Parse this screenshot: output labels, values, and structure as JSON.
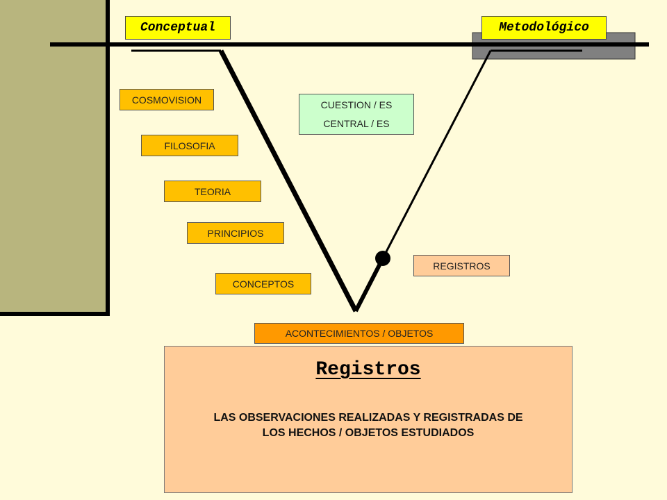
{
  "tags": {
    "conceptual": "Conceptual",
    "methodological": "Metodológico"
  },
  "left_side": {
    "items": [
      "COSMOVISION",
      "FILOSOFIA",
      "TEORIA",
      "PRINCIPIOS",
      "CONCEPTOS"
    ]
  },
  "central_question": {
    "line1": "CUESTION / ES",
    "line2": "CENTRAL / ES"
  },
  "right_side": {
    "registros": "REGISTROS"
  },
  "events": "ACONTECIMIENTOS / OBJETOS",
  "panel": {
    "title": "Registros",
    "line1": "LAS OBSERVACIONES REALIZADAS Y REGISTRADAS DE",
    "line2": "LOS HECHOS / OBJETOS ESTUDIADOS"
  },
  "colors": {
    "background": "#FFFBDA",
    "sidebar": "#B8B57E",
    "tag_yellow": "#FFFF00",
    "box_gold": "#FFC000",
    "question_green": "#CCFFCC",
    "registros_peach": "#FFCC99",
    "events_orange": "#FF9900"
  }
}
